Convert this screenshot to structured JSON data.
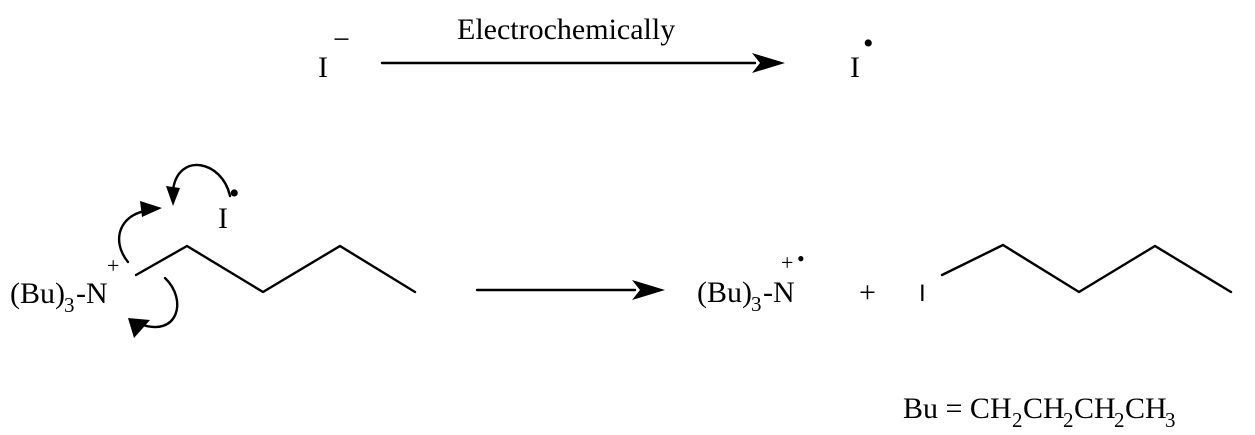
{
  "step1": {
    "reactant": "I",
    "reactant_charge": "−",
    "condition": "Electrochemically",
    "product": "I",
    "product_radical": "•"
  },
  "step2": {
    "ammonium_label": "(Bu)",
    "ammonium_sub": "3",
    "ammonium_atom": "-N",
    "ammonium_charge": "+",
    "iodine_radical": "I",
    "iodine_radical_dot": "•",
    "product_amine_label": "(Bu)",
    "product_amine_sub": "3",
    "product_amine_atom": "-N",
    "product_amine_charge": "+",
    "product_amine_radical": "•",
    "plus": "+",
    "iodobutane_atom": "I"
  },
  "footnote": {
    "lhs": "Bu = CH",
    "sub1": "2",
    "ch2_a": "CH",
    "sub2": "2",
    "ch2_b": "CH",
    "sub3": "2",
    "ch3": "CH",
    "sub4": "3"
  }
}
